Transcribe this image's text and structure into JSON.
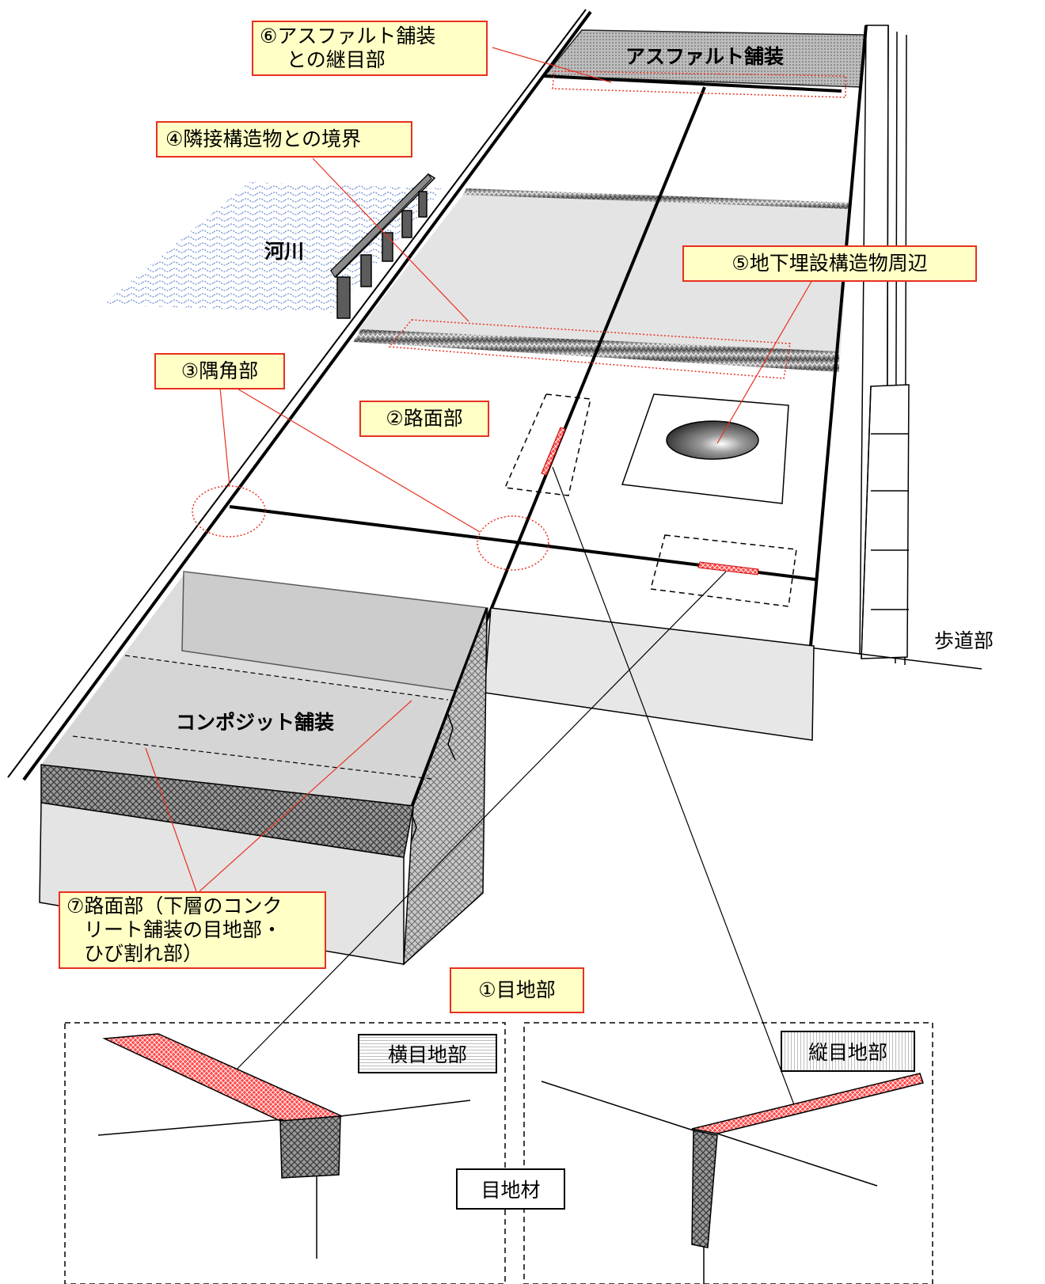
{
  "labels": {
    "asphalt_joint_line1": "⑥アスファルト舗装",
    "asphalt_joint_line2": "との継目部",
    "asphalt_pavement": "アスファルト舗装",
    "structure_boundary": "④隣接構造物との境界",
    "river": "河川",
    "buried_structure": "⑤地下埋設構造物周辺",
    "corner": "③隅角部",
    "road_surface": "②路面部",
    "sidewalk": "歩道部",
    "composite_pavement": "コンポジット舗装",
    "lower_layer_line1": "⑦路面部（下層のコンク",
    "lower_layer_line2": "リート舗装の目地部・",
    "lower_layer_line3": "ひび割れ部）",
    "joint_section": "①目地部",
    "transverse_joint": "横目地部",
    "longitudinal_joint": "縦目地部",
    "joint_material": "目地材"
  },
  "colors": {
    "callout_fill": "#ffffc6",
    "callout_border": "#e8311f",
    "leader_line": "#e8311f",
    "joint_highlight": "#e8311f",
    "river_hatch": "#6f8fcf"
  }
}
